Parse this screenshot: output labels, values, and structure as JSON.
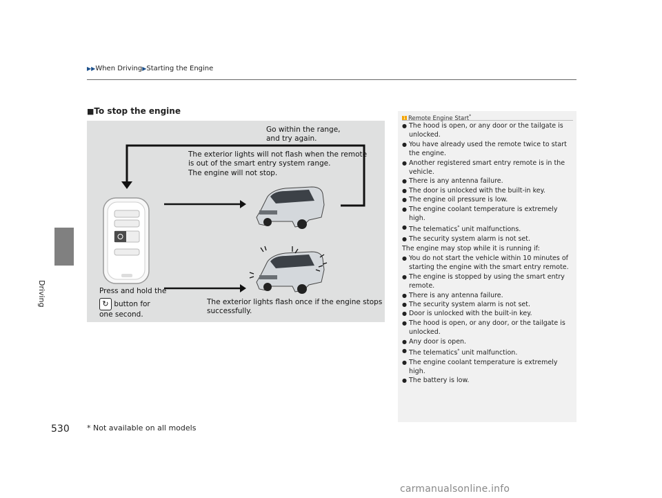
{
  "header": {
    "crumb1": "When Driving",
    "crumb2": "Starting the Engine"
  },
  "side": {
    "label": "Driving"
  },
  "page": {
    "number": "530",
    "footnote": "* Not available on all models"
  },
  "section": {
    "title": "To stop the engine"
  },
  "illustration": {
    "range_text_1": "Go within the range,",
    "range_text_2": "and try again.",
    "no_flash_1": "The exterior lights will not flash when the remote",
    "no_flash_2": "is out of the smart entry system range.",
    "no_stop": "The engine will not stop.",
    "press_1": "Press and hold the",
    "press_2": "button for",
    "press_3": "one second.",
    "flash_1": "The exterior lights flash once if the engine stops",
    "flash_2": "successfully."
  },
  "notes": {
    "title": "Remote Engine Start",
    "title_star": "*",
    "list1": [
      "The hood is open, or any door or the tailgate is unlocked.",
      "You have already used the remote twice to start the engine.",
      "Another registered smart entry remote is in the vehicle.",
      "There is any antenna failure.",
      "The door is unlocked with the built-in key.",
      "The engine oil pressure is low.",
      "The engine coolant temperature is extremely high.",
      "The telematics",
      "The security system alarm is not set."
    ],
    "telematics_suffix": " unit malfunctions.",
    "intro2": "The engine may stop while it is running if:",
    "list2": [
      "You do not start the vehicle within 10 minutes of starting the engine with the smart entry remote.",
      "The engine is stopped by using the smart entry remote.",
      "There is any antenna failure.",
      "The security system alarm is not set.",
      "Door is unlocked with the built-in key.",
      "The hood is open, or any door, or the tailgate is unlocked.",
      "Any door is open.",
      "The telematics",
      "The engine coolant temperature is extremely high.",
      "The battery is low."
    ],
    "telematics_suffix2": " unit malfunction."
  },
  "watermark": "carmanualsonline.info",
  "colors": {
    "accent": "#1a4f8b",
    "tab": "#808080",
    "panel": "#dfe0e0",
    "note_icon": "#f4a400"
  }
}
